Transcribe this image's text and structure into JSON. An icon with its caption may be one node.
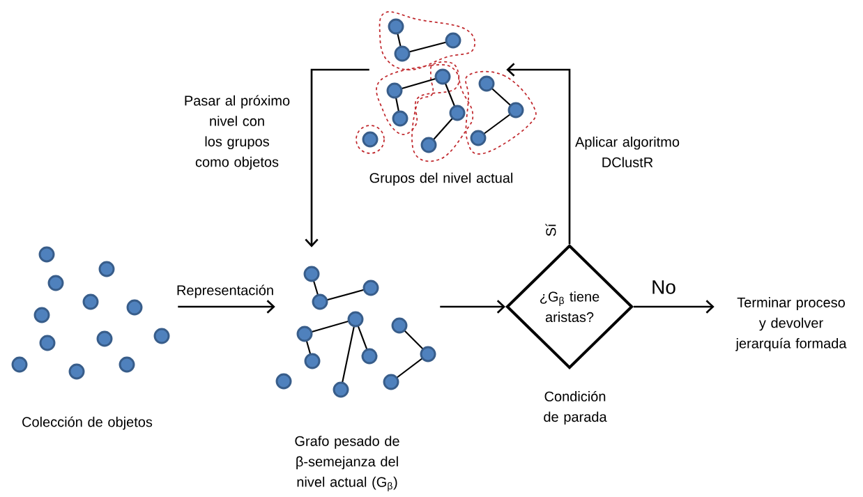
{
  "diagram": {
    "nodes": [
      {
        "text": [],
        "shape": "graph",
        "beside": [
          "Colección de objetos"
        ]
      },
      {
        "text": [],
        "shape": "graph",
        "beside": [
          "Grafo pesado de β-semejanza del nivel actual (G$_{β}$)"
        ]
      },
      {
        "text": [
          "¿G$_{β}$ tiene aristas?"
        ],
        "beside": [
          "Condición de parada"
        ]
      },
      {
        "text": [
          "Terminar proceso y devolver jerarquía formada"
        ]
      },
      {
        "text": [],
        "shape": "graph",
        "beside": [
          "Grupos del nivel actual"
        ]
      }
    ],
    "edges": [
      {
        "from": 0,
        "to": 1,
        "arrow": "to",
        "label": "Representación"
      },
      {
        "from": 1,
        "to": 2,
        "arrow": "to"
      },
      {
        "from": 2,
        "to": 3,
        "arrow": "to",
        "label": "No"
      },
      {
        "from": 2,
        "to": 4,
        "arrow": "to",
        "label": "Sí"
      },
      {
        "from": 4,
        "to": 1,
        "arrow": "to",
        "label": "Pasar al próximo nivel con los grupos como objetos"
      }
    ],
    "labels": [
      "Aplicar algoritmo DClustR"
    ]
  }
}
